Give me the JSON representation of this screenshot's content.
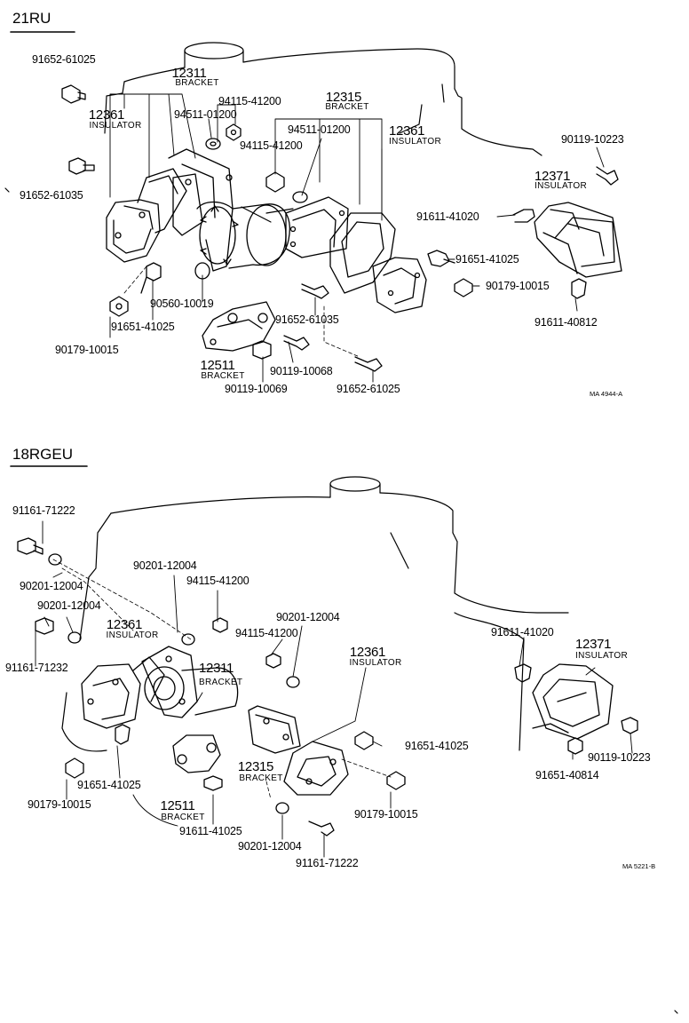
{
  "sections": [
    {
      "header": "21RU",
      "ref_code": "MA 4944-A",
      "callouts": [
        {
          "number": "12311",
          "desc": "BRACKET"
        },
        {
          "number": "12361",
          "desc": "INSULATOR"
        },
        {
          "number": "12315",
          "desc": "BRACKET"
        },
        {
          "number": "12361",
          "desc": "INSULATOR"
        },
        {
          "number": "12371",
          "desc": "INSULATOR"
        },
        {
          "number": "12511",
          "desc": "BRACKET"
        }
      ],
      "part_numbers": [
        "91652-61025",
        "94115-41200",
        "94511-01200",
        "94511-01200",
        "94115-41200",
        "91652-61035",
        "90119-10223",
        "91611-41020",
        "91651-41025",
        "90179-10015",
        "91611-40812",
        "90560-10019",
        "91652-61035",
        "91651-41025",
        "90179-10015",
        "90119-10068",
        "90119-10069",
        "91652-61025"
      ]
    },
    {
      "header": "18RGEU",
      "ref_code": "MA 5221-B",
      "callouts": [
        {
          "number": "12361",
          "desc": "INSULATOR"
        },
        {
          "number": "12311",
          "desc": "BRACKET"
        },
        {
          "number": "12361",
          "desc": "INSULATOR"
        },
        {
          "number": "12371",
          "desc": "INSULATOR"
        },
        {
          "number": "12315",
          "desc": "BRACKET"
        },
        {
          "number": "12511",
          "desc": "BRACKET"
        }
      ],
      "part_numbers": [
        "91161-71222",
        "90201-12004",
        "90201-12004",
        "94115-41200",
        "90201-12004",
        "90201-12004",
        "91161-71232",
        "94115-41200",
        "91611-41020",
        "91651-41025",
        "90119-10223",
        "91651-40814",
        "91651-41025",
        "90179-10015",
        "90179-10015",
        "91611-41025",
        "90201-12004",
        "91161-71222"
      ]
    }
  ]
}
